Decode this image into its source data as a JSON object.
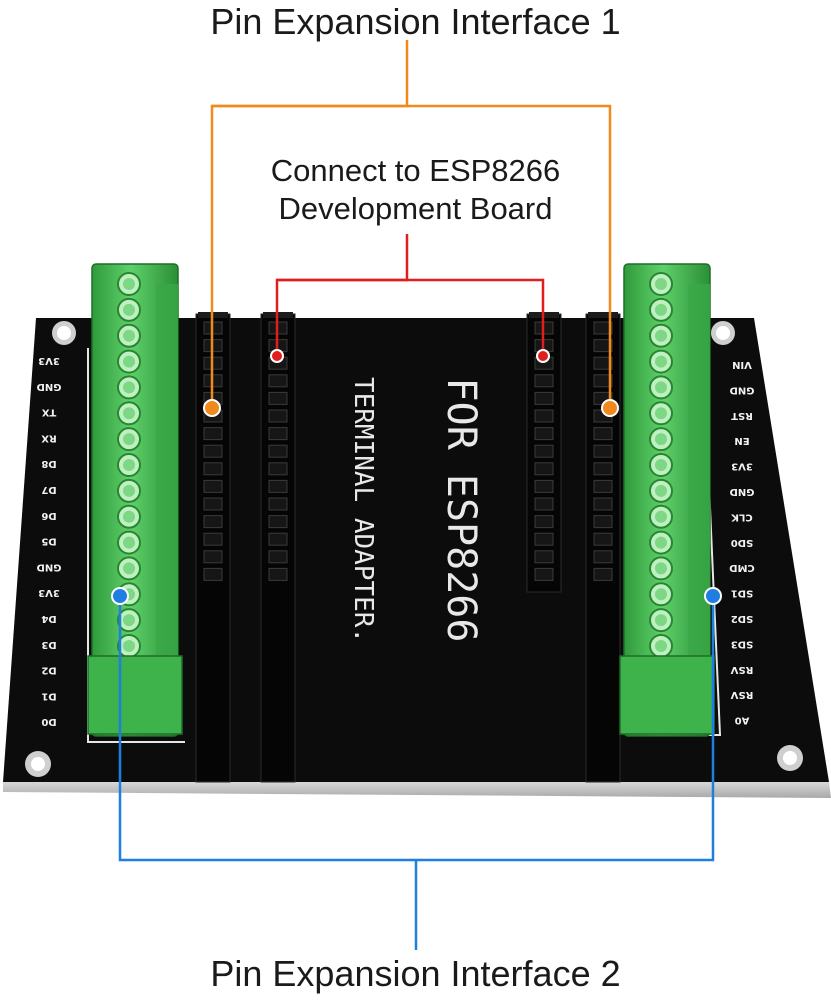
{
  "captions": {
    "top": "Pin Expansion Interface 1",
    "connect_line1": "Connect to ESP8266",
    "connect_line2": "Development Board",
    "bottom": "Pin Expansion Interface 2"
  },
  "board": {
    "line1": "FOR ESP8266",
    "line2": "TERMINAL ADAPTER."
  },
  "pins_left": [
    "3V3",
    "GND",
    "TX",
    "RX",
    "D8",
    "D7",
    "D6",
    "D5",
    "GND",
    "3V3",
    "D4",
    "D3",
    "D2",
    "D1",
    "D0"
  ],
  "pins_right": [
    "VIN",
    "GND",
    "RST",
    "EN",
    "3V3",
    "GND",
    "CLK",
    "SD0",
    "CMD",
    "SD1",
    "SD2",
    "SD3",
    "RSV",
    "RSV",
    "A0"
  ],
  "colors": {
    "interface1": "#f08a1c",
    "connect": "#e01e1e",
    "interface2": "#1e7fe0",
    "board": "#0c0c0c",
    "terminal": "#4fc45a"
  }
}
